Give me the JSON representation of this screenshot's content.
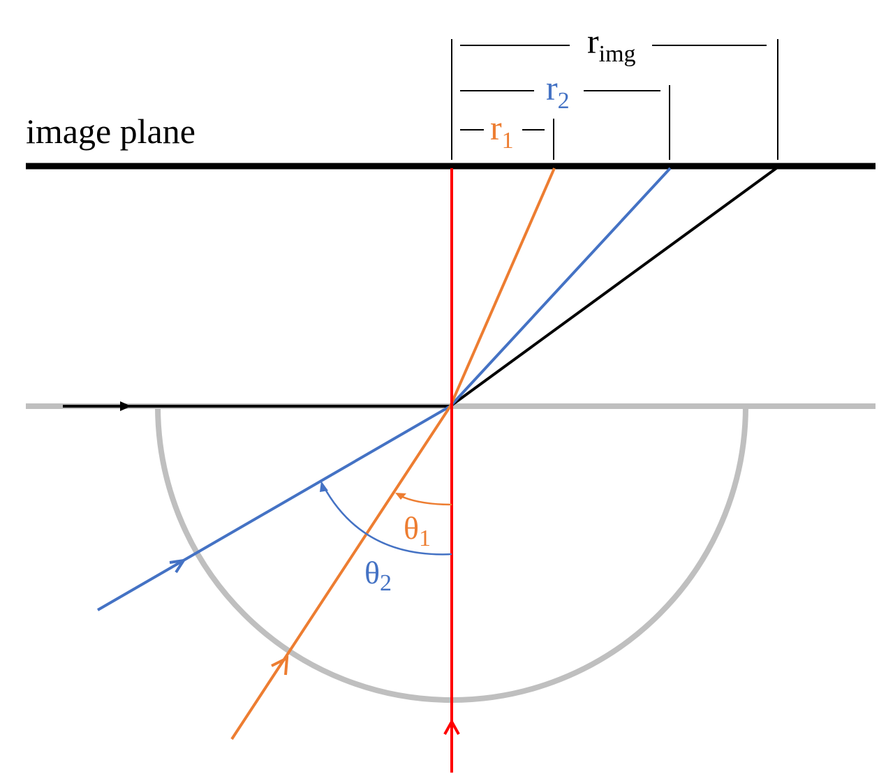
{
  "labels": {
    "image_plane": "image plane",
    "r_img": {
      "base": "r",
      "sub": "img"
    },
    "r2": {
      "base": "r",
      "sub": "2"
    },
    "r1": {
      "base": "r",
      "sub": "1"
    },
    "theta1": {
      "base": "θ",
      "sub": "1"
    },
    "theta2": {
      "base": "θ",
      "sub": "2"
    }
  },
  "colors": {
    "black_ray": "#000000",
    "blue_ray": "#4472C4",
    "orange_ray": "#ED7D31",
    "red_axis": "#FF0000",
    "lens_gray": "#BFBFBF"
  }
}
